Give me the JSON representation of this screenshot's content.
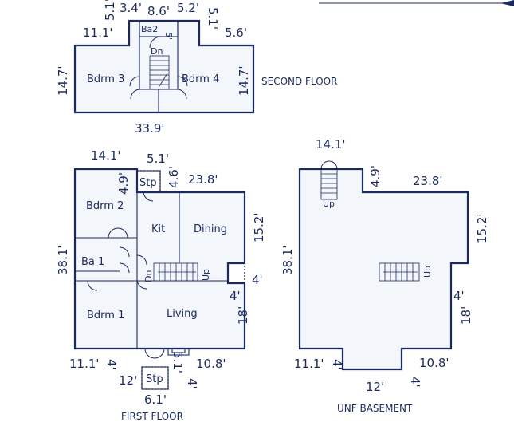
{
  "colors": {
    "line": "#1b2a5e",
    "floor": "#f3f6fb",
    "background": "#ffffff"
  },
  "second_floor": {
    "caption": "SECOND FLOOR",
    "rooms": {
      "bedroom_3": "Bdrm 3",
      "bedroom_4": "Bdrm 4",
      "bath_2": "Ba2",
      "stair_down": "Dn"
    },
    "dims": {
      "left_notch_h": "5.1'",
      "left_notch_w": "3.4'",
      "center_w": "8.6'",
      "right_notch_w": "5.2'",
      "right_notch_h": "5.1'",
      "left_top": "11.1'",
      "right_top": "5.6'",
      "left_side": "14.7'",
      "right_side": "14.7'",
      "bottom": "33.9'",
      "bath_depth": "5'"
    }
  },
  "first_floor": {
    "caption": "FIRST FLOOR",
    "rooms": {
      "bedroom_2": "Bdrm 2",
      "kitchen": "Kit",
      "dining": "Dining",
      "bath_1": "Ba 1",
      "bedroom_1": "Bdrm 1",
      "living": "Living",
      "stoop_top": "Stp",
      "stoop_bottom": "Stp",
      "stair_down": "Dn",
      "stair_up": "Up"
    },
    "dims": {
      "top_left": "14.1'",
      "stoop_w": "5.1'",
      "top_right": "23.8'",
      "left_notch": "4.9'",
      "stoop_h": "4.6'",
      "right_upper": "15.2'",
      "left_side": "38.1'",
      "right_step": "4'",
      "right_step_w": "4'",
      "right_lower": "18'",
      "bottom_left": "11.1'",
      "bottom_left_step": "4'",
      "bottom_right": "10.8'",
      "bottom_center": "12'",
      "stoop_bottom_h": "5.1'",
      "stoop_bottom_step": "4'",
      "stoop_bottom_w": "6.1'"
    }
  },
  "basement": {
    "caption": "UNF BASEMENT",
    "stair_up_top": "Up",
    "stair_up_center": "Up",
    "dims": {
      "top_left": "14.1'",
      "notch": "4.9'",
      "top_right": "23.8'",
      "right_upper": "15.2'",
      "left_side": "38.1'",
      "right_step": "4'",
      "right_lower": "18'",
      "bottom_left": "11.1'",
      "bottom_left_step": "4'",
      "bottom_center": "12'",
      "bottom_right_step": "4'",
      "bottom_right": "10.8'"
    }
  }
}
